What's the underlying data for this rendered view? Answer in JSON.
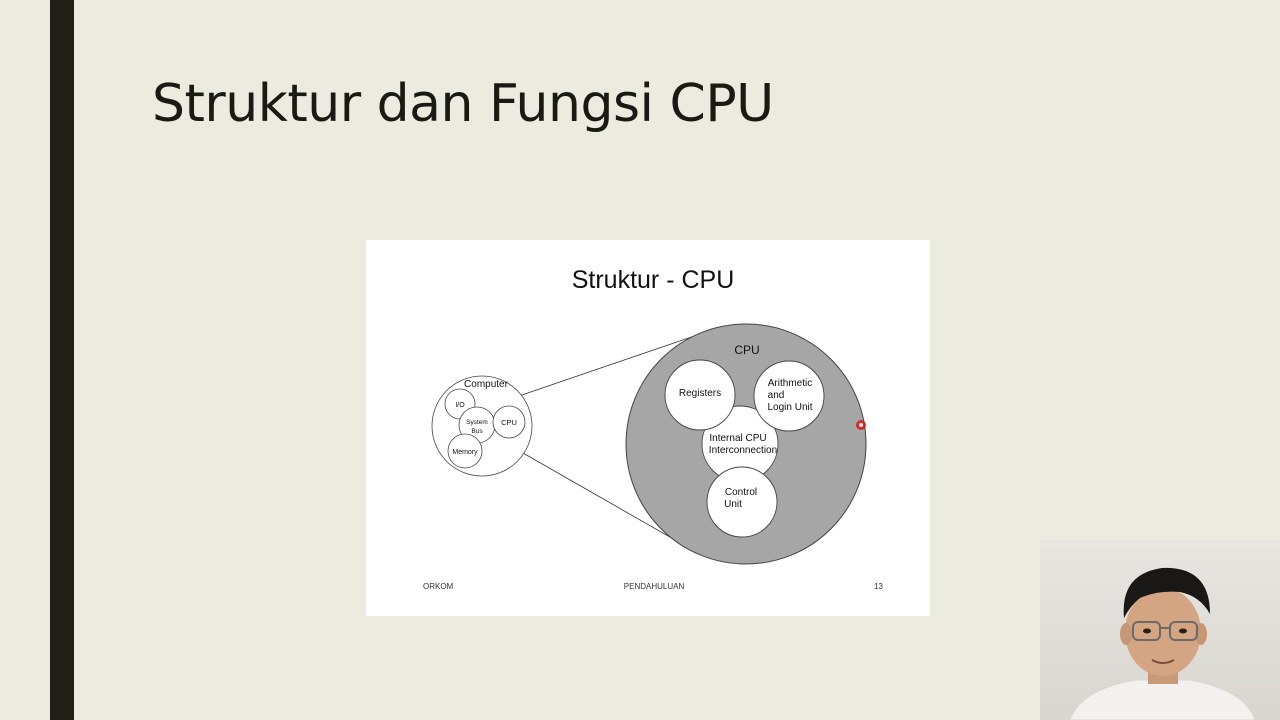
{
  "page": {
    "title": "Struktur dan Fungsi CPU"
  },
  "slide": {
    "title": "Struktur - CPU",
    "computer": {
      "label": "Computer",
      "io": "I/O",
      "system_bus_1": "System",
      "system_bus_2": "Bus",
      "cpu": "CPU",
      "memory": "Memory"
    },
    "cpu_detail": {
      "label": "CPU",
      "registers": "Registers",
      "alu_1": "Arithmetic",
      "alu_2": "and",
      "alu_3": "Login Unit",
      "interconnect_1": "Internal CPU",
      "interconnect_2": "Interconnection",
      "control_1": "Control",
      "control_2": "Unit"
    },
    "footer": {
      "left": "ORKOM",
      "center": "PENDAHULUAN",
      "page": "13"
    }
  },
  "colors": {
    "background": "#ebebe0",
    "accent_bar": "#1f1f17",
    "cpu_fill": "#a6a6a6",
    "laser_pointer": "#d42020"
  }
}
